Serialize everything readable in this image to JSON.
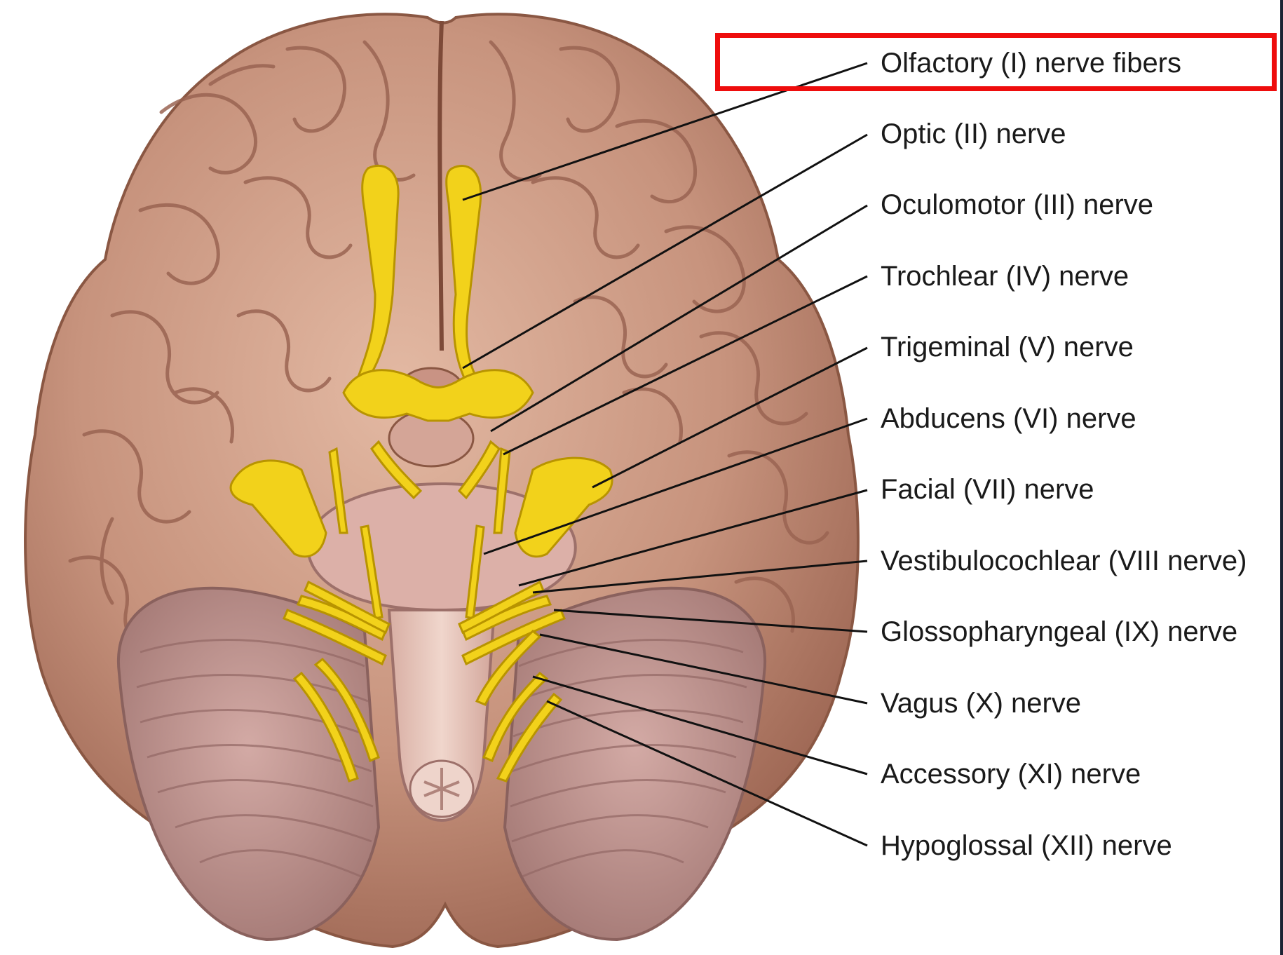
{
  "figure": {
    "labels": [
      "Olfactory (I) nerve fibers",
      "Optic (II) nerve",
      "Oculomotor (III) nerve",
      "Trochlear (IV) nerve",
      "Trigeminal (V) nerve",
      "Abducens (VI) nerve",
      "Facial (VII) nerve",
      "Vestibulocochlear (VIII nerve)",
      "Glossopharyngeal (IX) nerve",
      "Vagus (X) nerve",
      "Accessory (XI) nerve",
      "Hypoglossal (XII) nerve"
    ],
    "highlighted_index": 0,
    "colors": {
      "brain": "#c7937d",
      "brain_dark": "#8f5a45",
      "cerebellum": "#b88a86",
      "nerve": "#f2d21b",
      "highlight": "#ee0d0d",
      "leader_line": "#111111"
    }
  }
}
